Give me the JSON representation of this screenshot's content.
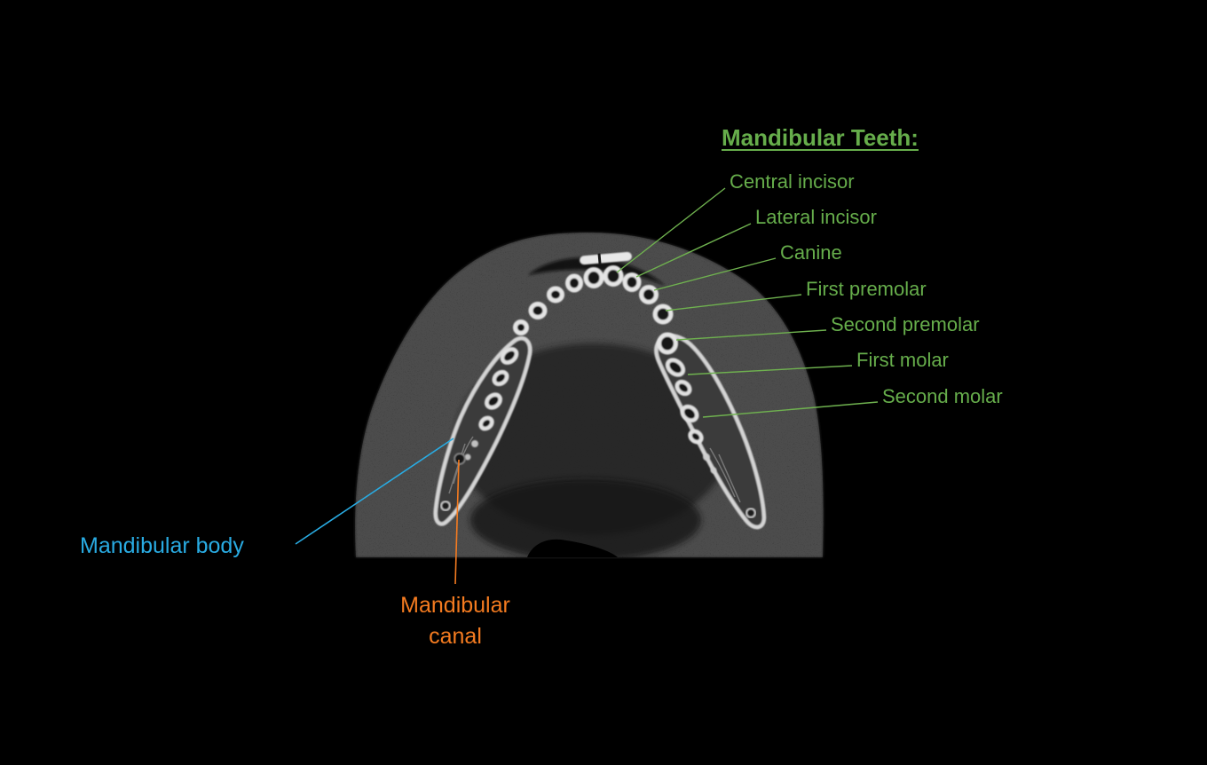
{
  "heading": {
    "title": "Mandibular Teeth:"
  },
  "teeth_labels": [
    {
      "label": "Central incisor"
    },
    {
      "label": "Lateral incisor"
    },
    {
      "label": "Canine"
    },
    {
      "label": "First premolar"
    },
    {
      "label": "Second premolar"
    },
    {
      "label": "First molar"
    },
    {
      "label": "Second molar"
    }
  ],
  "anatomy_labels": {
    "mandibular_body": {
      "label": "Mandibular body",
      "color": "#29abe2"
    },
    "mandibular_canal": {
      "label": "Mandibular canal",
      "color": "#f47b20"
    }
  },
  "colors": {
    "background": "#000000",
    "teeth_label_green": "#66ad4b",
    "leader_line_green": "#6fb24f",
    "body_label_blue": "#29abe2",
    "canal_label_orange": "#f47b20",
    "scan_soft_tissue": "#2a2a2a",
    "scan_bone": "#dcdcdc"
  }
}
